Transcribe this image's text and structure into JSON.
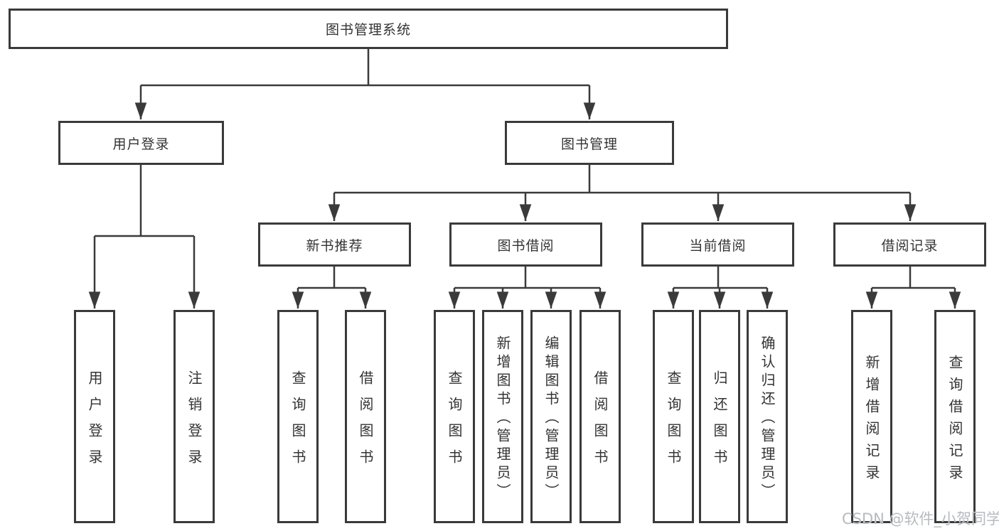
{
  "watermark": "CSDN @软件_小贺同学",
  "colors": {
    "line": "#3a3a3a",
    "text": "#333333",
    "watermark": "#b7babf",
    "background": "#ffffff"
  },
  "tree": {
    "root": {
      "label": "图书管理系统"
    },
    "branches": [
      {
        "label": "用户登录",
        "children": [
          {
            "label": "用户登录"
          },
          {
            "label": "注销登录"
          }
        ]
      },
      {
        "label": "图书管理",
        "children": [
          {
            "label": "新书推荐",
            "children": [
              {
                "label": "查询图书"
              },
              {
                "label": "借阅图书"
              }
            ]
          },
          {
            "label": "图书借阅",
            "children": [
              {
                "label": "查询图书"
              },
              {
                "label": "新增图书（管理员）"
              },
              {
                "label": "编辑图书（管理员）"
              },
              {
                "label": "借阅图书"
              }
            ]
          },
          {
            "label": "当前借阅",
            "children": [
              {
                "label": "查询图书"
              },
              {
                "label": "归还图书"
              },
              {
                "label": "确认归还（管理员）"
              }
            ]
          },
          {
            "label": "借阅记录",
            "children": [
              {
                "label": "新增借阅记录"
              },
              {
                "label": "查询借阅记录"
              }
            ]
          }
        ]
      }
    ]
  }
}
